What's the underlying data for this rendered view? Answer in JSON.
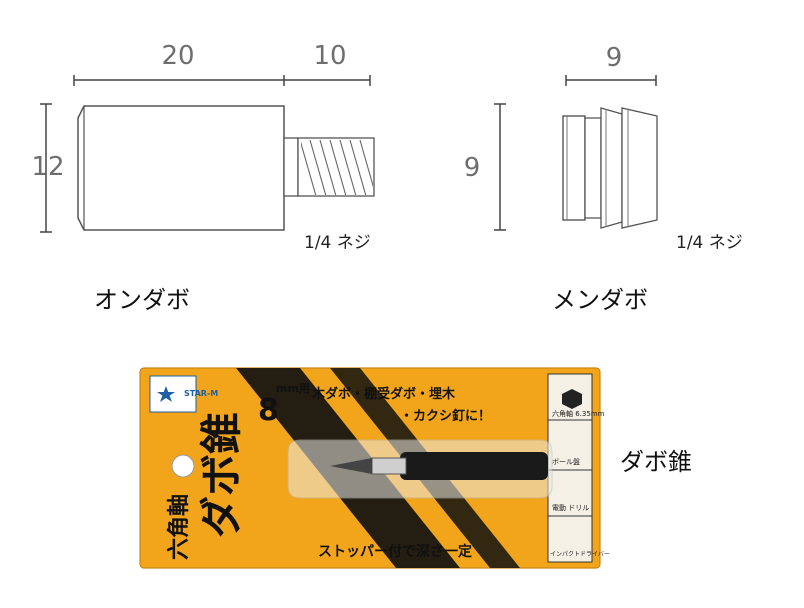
{
  "onndabo": {
    "dim_length": "20",
    "dim_thread_length": "10",
    "dim_diameter": "12",
    "thread_note": "1/4 ネジ",
    "caption": "オンダボ"
  },
  "mendabo": {
    "dim_width": "9",
    "dim_height": "9",
    "thread_note": "1/4 ネジ",
    "caption": "メンダボ"
  },
  "package": {
    "brand": "STAR-M",
    "title_main": "ダボ錐",
    "title_sub": "六角軸",
    "size": "8",
    "size_unit": "mm用",
    "desc_line1": "木ダボ・棚受ダボ・埋木",
    "desc_line2": "・カクシ釘に！",
    "feature": "ストッパー付で深さ一定",
    "side_labels": [
      "六角軸 6.35mm",
      "ボール盤",
      "電動 ドリル",
      "インパクトドライバー"
    ]
  },
  "dabogiri": {
    "caption": "ダボ錐"
  },
  "colors": {
    "line": "#444444",
    "dim_text": "#6e6e6e",
    "package_yellow": "#f2a51a",
    "package_black": "#111111"
  }
}
